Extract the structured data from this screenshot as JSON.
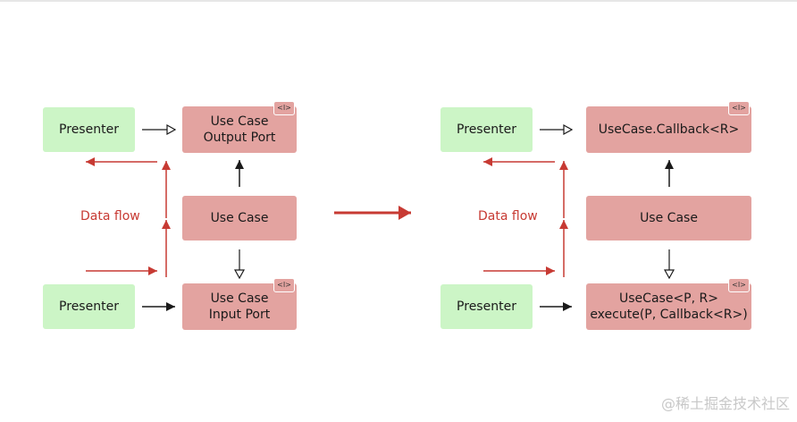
{
  "left": {
    "presenter_top": "Presenter",
    "presenter_bottom": "Presenter",
    "output_port": [
      "Use Case",
      "Output Port"
    ],
    "use_case": "Use Case",
    "input_port": [
      "Use Case",
      "Input Port"
    ],
    "data_flow": "Data flow"
  },
  "right": {
    "presenter_top": "Presenter",
    "presenter_bottom": "Presenter",
    "callback": "UseCase.Callback<R>",
    "use_case": "Use Case",
    "usecase_line1": "UseCase<P, R>",
    "usecase_line2": "execute(P, Callback<R>)",
    "data_flow": "Data flow"
  },
  "interface_tag": "<I>",
  "watermark": "@稀土掘金技术社区",
  "colors": {
    "presenter_fill": "#ccf5c6",
    "usecase_fill": "#e3a3a0",
    "flow_arrow": "#c73a33",
    "dependency_arrow": "#1a1a1a"
  }
}
